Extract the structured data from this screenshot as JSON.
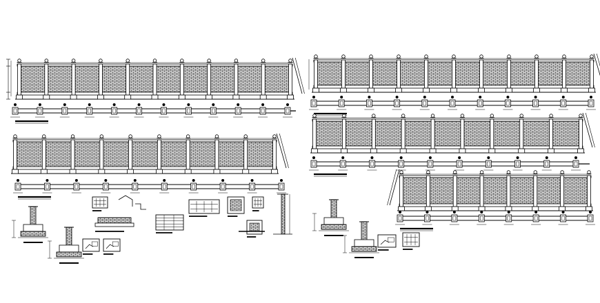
{
  "drawing": {
    "background": "#ffffff",
    "line_color": "#000000",
    "hatch_color": "#555555",
    "sheets": 2,
    "left_sheet": {
      "fence_elevations": 2,
      "fence_plans": 2,
      "detail_groups": 1
    },
    "right_sheet": {
      "fence_elevations": 3,
      "fence_plans": 3,
      "detail_groups": 1
    }
  }
}
